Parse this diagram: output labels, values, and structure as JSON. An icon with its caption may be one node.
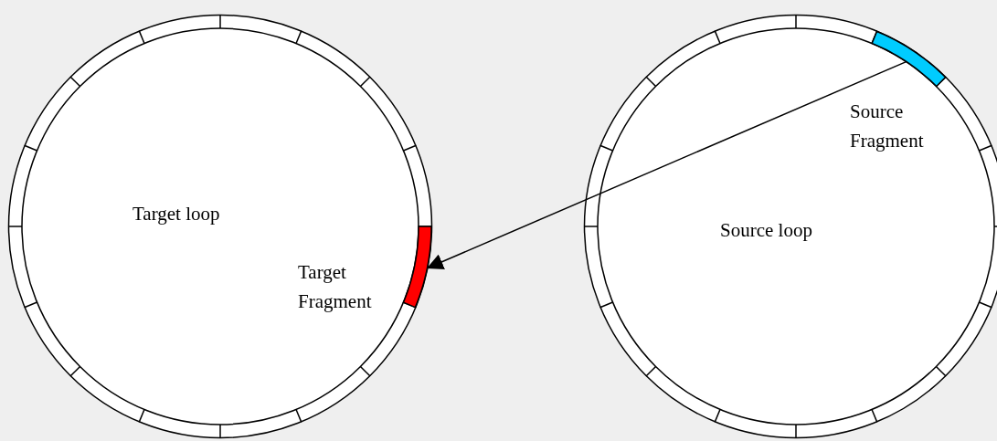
{
  "diagram": {
    "nodes": [
      {
        "text": [
          "Target loop"
        ]
      },
      {
        "text": [],
        "shape": "bar",
        "in": 0,
        "beside": [
          "Target Fragment"
        ]
      },
      {
        "text": [
          "Source loop"
        ]
      },
      {
        "text": [],
        "shape": "bar",
        "in": 2,
        "beside": [
          "Source Fragment"
        ]
      }
    ],
    "edges": [
      {
        "from": 3,
        "to": 1,
        "arrow": "to"
      }
    ]
  }
}
